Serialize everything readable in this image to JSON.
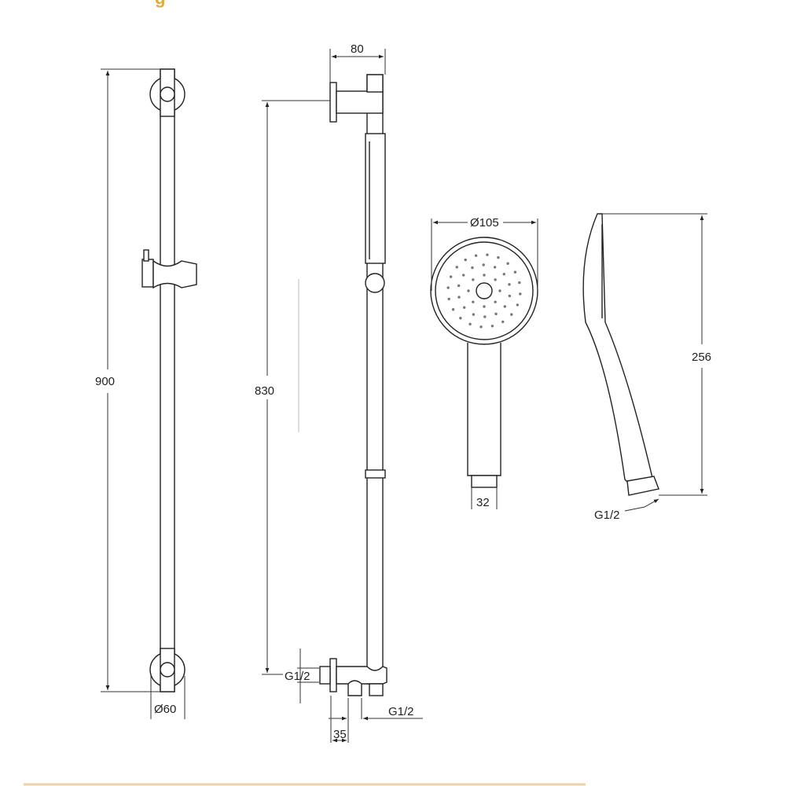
{
  "colors": {
    "accent": "#e0a93a",
    "line": "#222222",
    "rule": "#e8d3ac"
  },
  "header": {
    "partial_text": "g"
  },
  "front_view": {
    "height_label": "900",
    "bracket_diameter_label": "Ø60"
  },
  "side_view": {
    "projection_label": "80",
    "height_label": "830",
    "inlet_label": "G1/2",
    "outlet_label": "G1/2",
    "outlet_offset_label": "35"
  },
  "handshower_front": {
    "diameter_label": "Ø105",
    "connector_label": "32"
  },
  "handshower_side": {
    "length_label": "256",
    "thread_label": "G1/2"
  }
}
